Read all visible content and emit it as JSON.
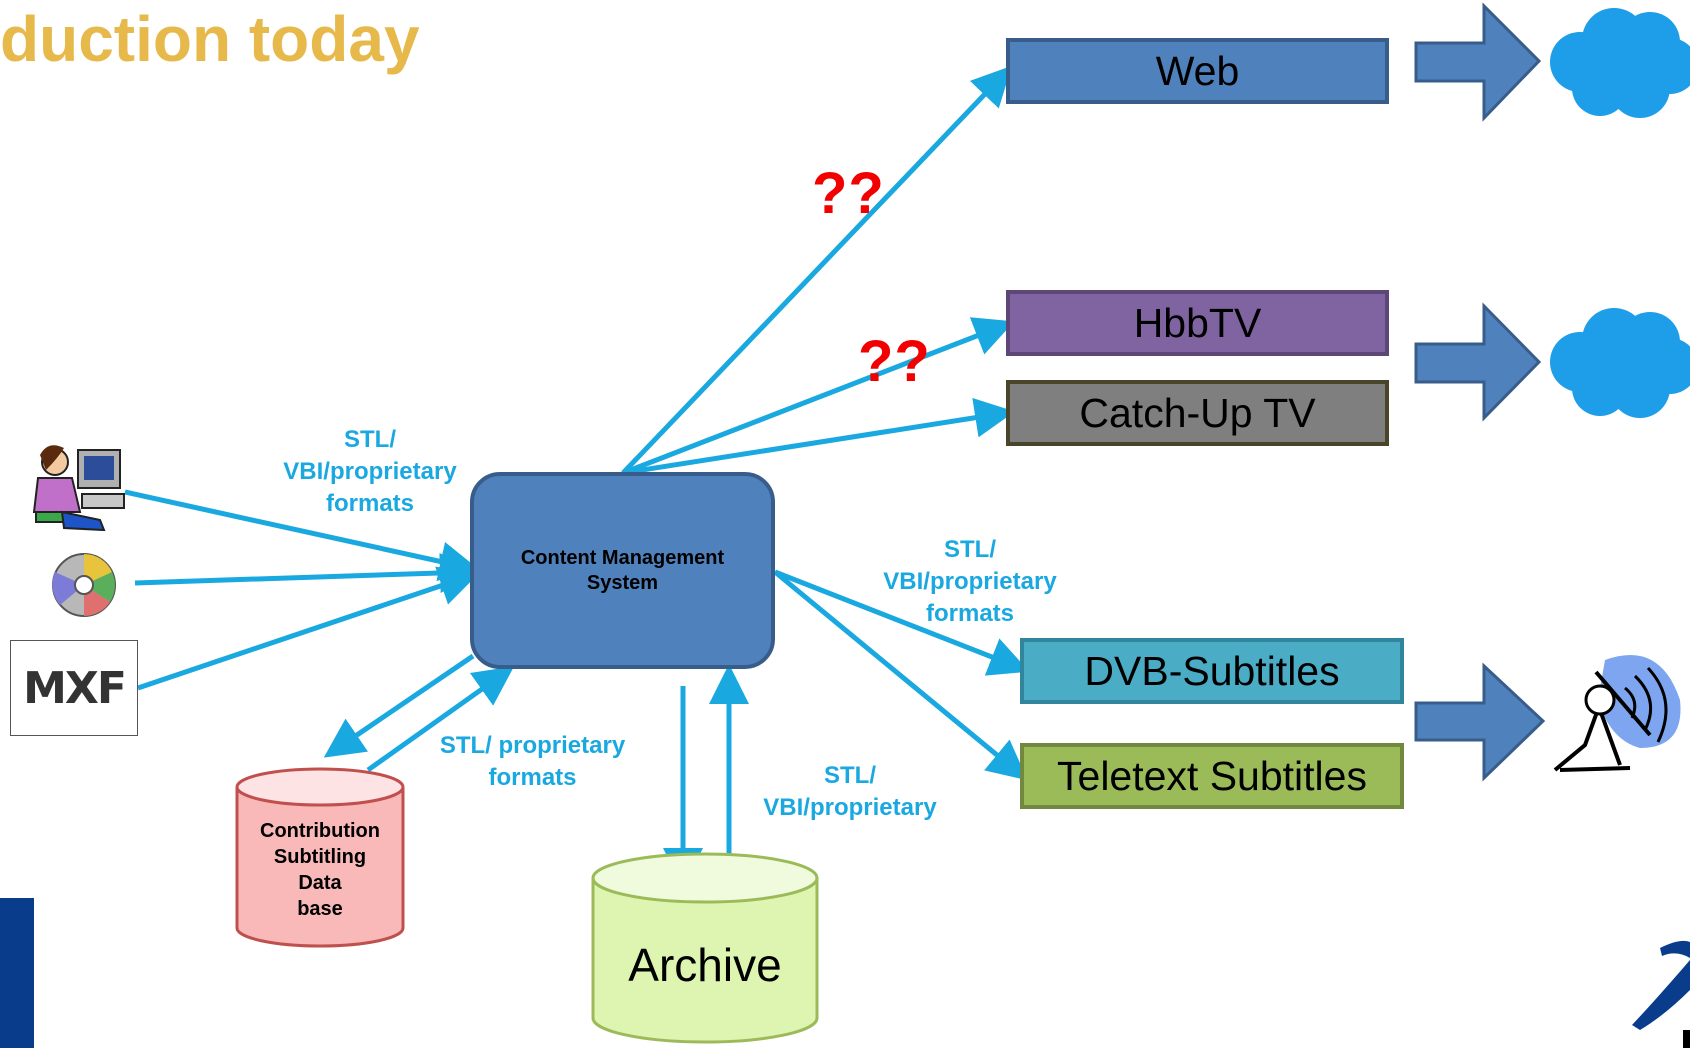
{
  "title": "duction today",
  "cms_label": "Content Management System",
  "cms_label_line1": "Content Management",
  "cms_label_line2": "System",
  "labels": {
    "input_formats": [
      "STL/",
      "VBI/proprietary",
      "formats"
    ],
    "db_formats": [
      "STL/ proprietary",
      "formats"
    ],
    "archive_formats": [
      "STL/",
      "VBI/proprietary"
    ],
    "output_formats": [
      "STL/",
      "VBI/proprietary",
      "formats"
    ]
  },
  "question_marks": [
    "??",
    "??"
  ],
  "outputs": {
    "web": "Web",
    "hbbtv": "HbbTV",
    "catchup": "Catch-Up TV",
    "dvb": "DVB-Subtitles",
    "teletext": "Teletext Subtitles"
  },
  "database": [
    "Contribution",
    "Subtitling",
    "Data",
    "base"
  ],
  "archive": "Archive",
  "mxf_logo": "MXF",
  "colors": {
    "title": "#E6B94A",
    "arrow": "#1AA8E0",
    "question": "#F20000",
    "web": "#4F81BD",
    "hbbtv": "#8064A2",
    "catchup": "#7F7F7F",
    "dvb": "#4BACC6",
    "teletext": "#9BBB59",
    "cms": "#4F81BD",
    "cloud": "#1E9DE8",
    "database_fill": "#F9B9B9",
    "archive_fill": "#DDF5B0"
  },
  "icons": [
    "person-at-computer-icon",
    "cd-disc-icon",
    "mxf-logo-icon",
    "cloud-icon",
    "satellite-dish-icon",
    "big-arrow-icon"
  ]
}
